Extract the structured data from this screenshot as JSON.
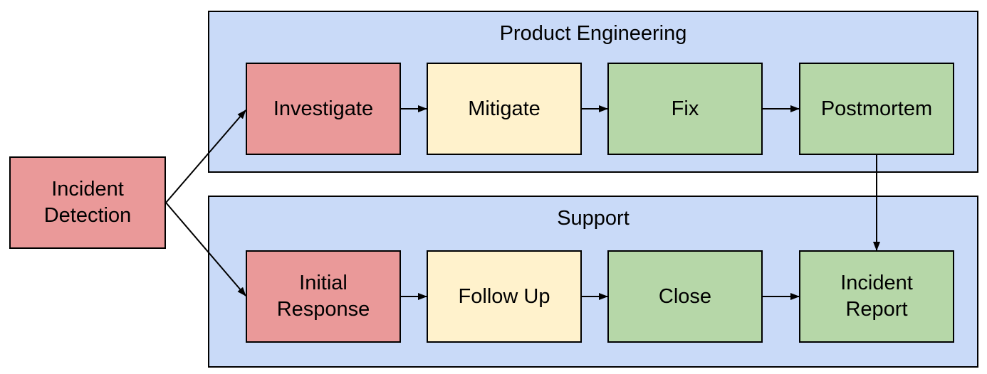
{
  "colors": {
    "background": "#ffffff",
    "lane_fill": "#c9daf8",
    "node_red": "#ea9999",
    "node_yellow": "#fff2cc",
    "node_green": "#b6d7a8",
    "border": "#000000",
    "text": "#000000",
    "arrow": "#000000"
  },
  "start_node": {
    "id": "incident-detection",
    "label": "Incident\nDetection",
    "fill": "node_red"
  },
  "lanes": [
    {
      "id": "product-engineering",
      "title": "Product Engineering",
      "nodes": [
        {
          "id": "investigate",
          "label": "Investigate",
          "fill": "node_red"
        },
        {
          "id": "mitigate",
          "label": "Mitigate",
          "fill": "node_yellow"
        },
        {
          "id": "fix",
          "label": "Fix",
          "fill": "node_green"
        },
        {
          "id": "postmortem",
          "label": "Postmortem",
          "fill": "node_green"
        }
      ]
    },
    {
      "id": "support",
      "title": "Support",
      "nodes": [
        {
          "id": "initial-response",
          "label": "Initial\nResponse",
          "fill": "node_red"
        },
        {
          "id": "follow-up",
          "label": "Follow Up",
          "fill": "node_yellow"
        },
        {
          "id": "close",
          "label": "Close",
          "fill": "node_green"
        },
        {
          "id": "incident-report",
          "label": "Incident\nReport",
          "fill": "node_green"
        }
      ]
    }
  ],
  "edges": [
    {
      "from": "incident-detection",
      "to": "investigate"
    },
    {
      "from": "incident-detection",
      "to": "initial-response"
    },
    {
      "from": "investigate",
      "to": "mitigate"
    },
    {
      "from": "mitigate",
      "to": "fix"
    },
    {
      "from": "fix",
      "to": "postmortem"
    },
    {
      "from": "postmortem",
      "to": "incident-report"
    },
    {
      "from": "initial-response",
      "to": "follow-up"
    },
    {
      "from": "follow-up",
      "to": "close"
    },
    {
      "from": "close",
      "to": "incident-report"
    }
  ]
}
